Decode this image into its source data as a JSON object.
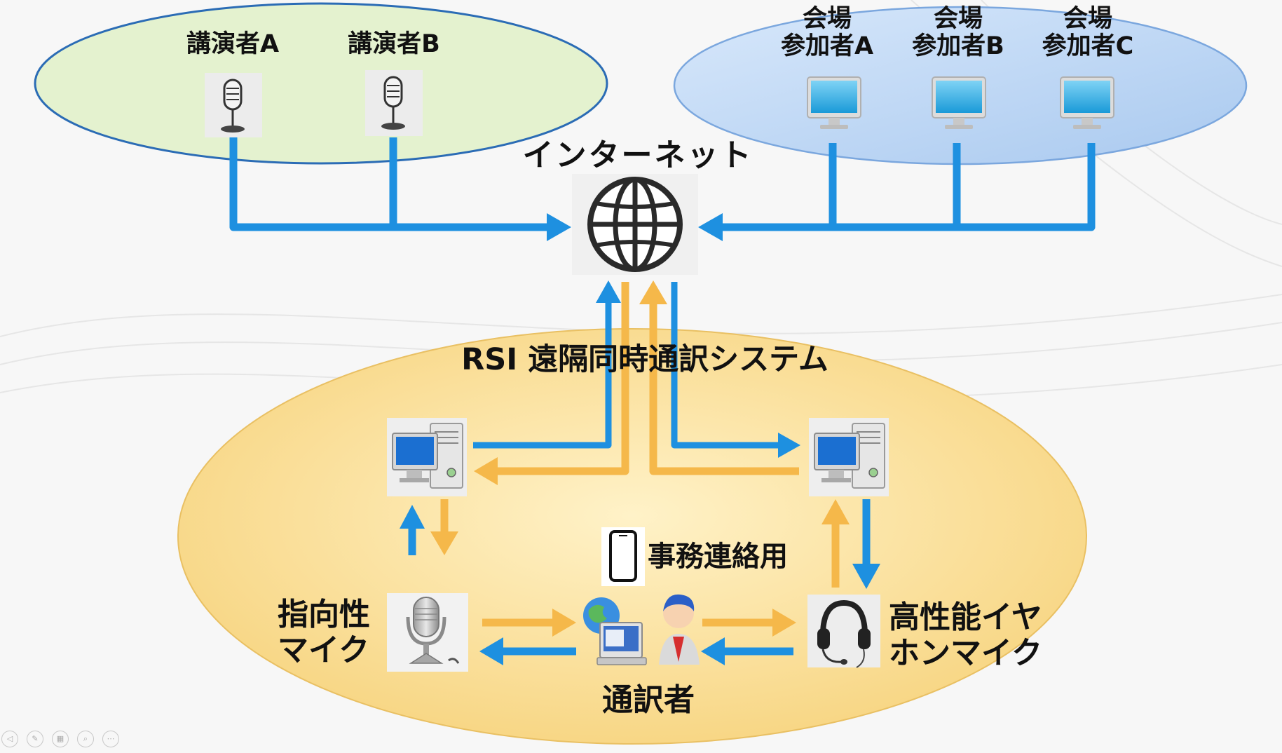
{
  "speakers": {
    "a": "講演者A",
    "b": "講演者B"
  },
  "participants": {
    "a_line1": "会場",
    "a_line2": "参加者A",
    "b_line1": "会場",
    "b_line2": "参加者B",
    "c_line1": "会場",
    "c_line2": "参加者C"
  },
  "internet_label": "インターネット",
  "system_title": "RSI 遠隔同時通訳システム",
  "phone_label": "事務連絡用",
  "mic_label_line1": "指向性",
  "mic_label_line2": "マイク",
  "headset_label_line1": "高性能イヤ",
  "headset_label_line2": "ホンマイク",
  "interpreter_label": "通訳者",
  "colors": {
    "blue_arrow": "#1e90e0",
    "orange_arrow": "#f5b84a",
    "speaker_ellipse": "#e4f2cf",
    "participant_ellipse": "#c6dcf5",
    "system_ellipse": "#fbe3a2"
  },
  "icons": [
    "microphone-icon",
    "monitor-icon",
    "globe-icon",
    "desktop-pc-icon",
    "smartphone-icon",
    "interpreter-icon",
    "headset-icon",
    "usb-microphone-icon"
  ]
}
